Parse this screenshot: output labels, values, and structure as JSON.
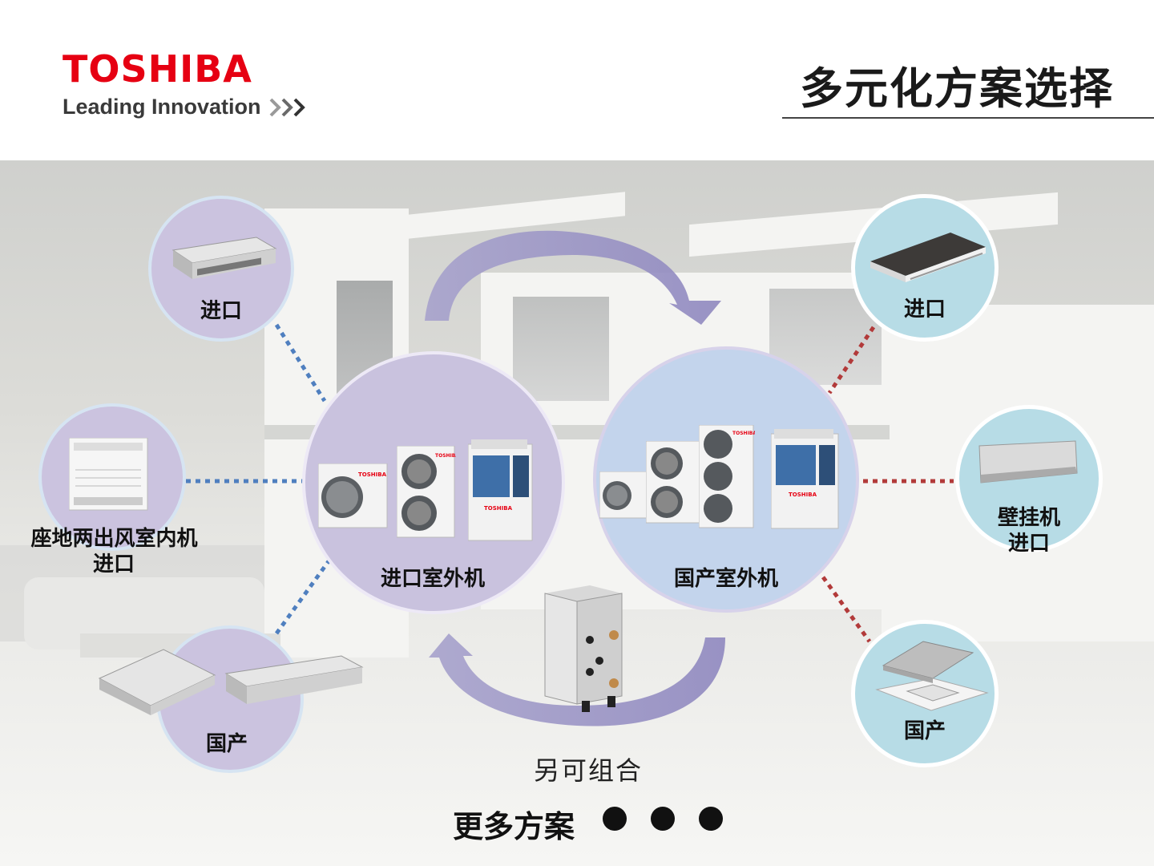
{
  "brand": {
    "name": "TOSHIBA",
    "tagline": "Leading Innovation",
    "colors": {
      "red": "#e60012",
      "text": "#3a3a3a"
    }
  },
  "slide": {
    "title": "多元化方案选择"
  },
  "hubs": {
    "imported_outdoor": {
      "label": "进口室外机",
      "color": "#c9c2de"
    },
    "domestic_outdoor": {
      "label": "国产室外机",
      "color": "#c3d4ec"
    }
  },
  "indoor_units": {
    "duct_imported": {
      "label": "进口",
      "icon": "duct-unit-icon"
    },
    "floor_imported": {
      "label_line1": "座地两出风室内机",
      "label_line2": "进口",
      "icon": "floor-console-icon"
    },
    "duct_domestic": {
      "label": "国产",
      "icon": "duct-unit-icon"
    },
    "one_way_cassette_imported": {
      "label": "进口",
      "icon": "one-way-cassette-icon"
    },
    "wall_mounted_imported": {
      "label_line1": "壁挂机",
      "label_line2": "进口",
      "icon": "wall-mounted-icon"
    },
    "four_way_cassette_domestic": {
      "label": "国产",
      "icon": "four-way-cassette-icon"
    }
  },
  "footer": {
    "combine_text": "另可组合",
    "more_text": "更多方案"
  },
  "colors": {
    "left_links": "#4f7fbf",
    "right_links": "#b23a3a",
    "left_circles": "#cbc3df",
    "right_circles": "#b7dce6"
  }
}
